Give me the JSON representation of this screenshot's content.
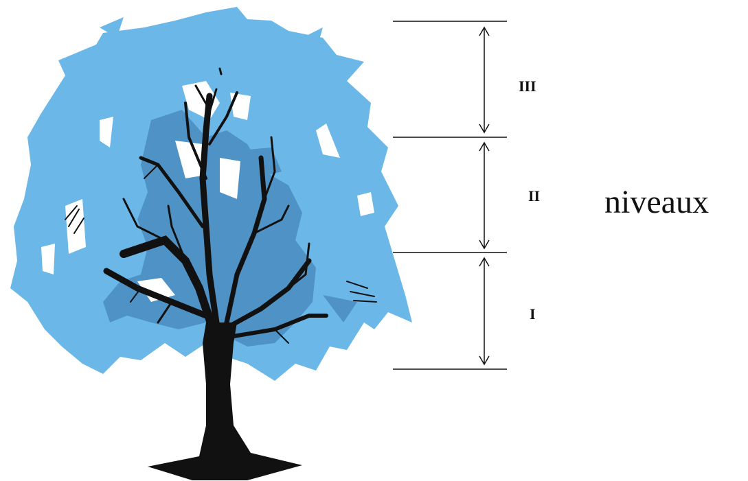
{
  "diagram": {
    "levels": [
      {
        "label": "III"
      },
      {
        "label": "II"
      },
      {
        "label": "I"
      }
    ],
    "side_label": "niveaux"
  },
  "colors": {
    "foliage_light": "#6bb8e8",
    "foliage_dark": "#4f93c6",
    "trunk": "#111111",
    "ink": "#111111"
  }
}
